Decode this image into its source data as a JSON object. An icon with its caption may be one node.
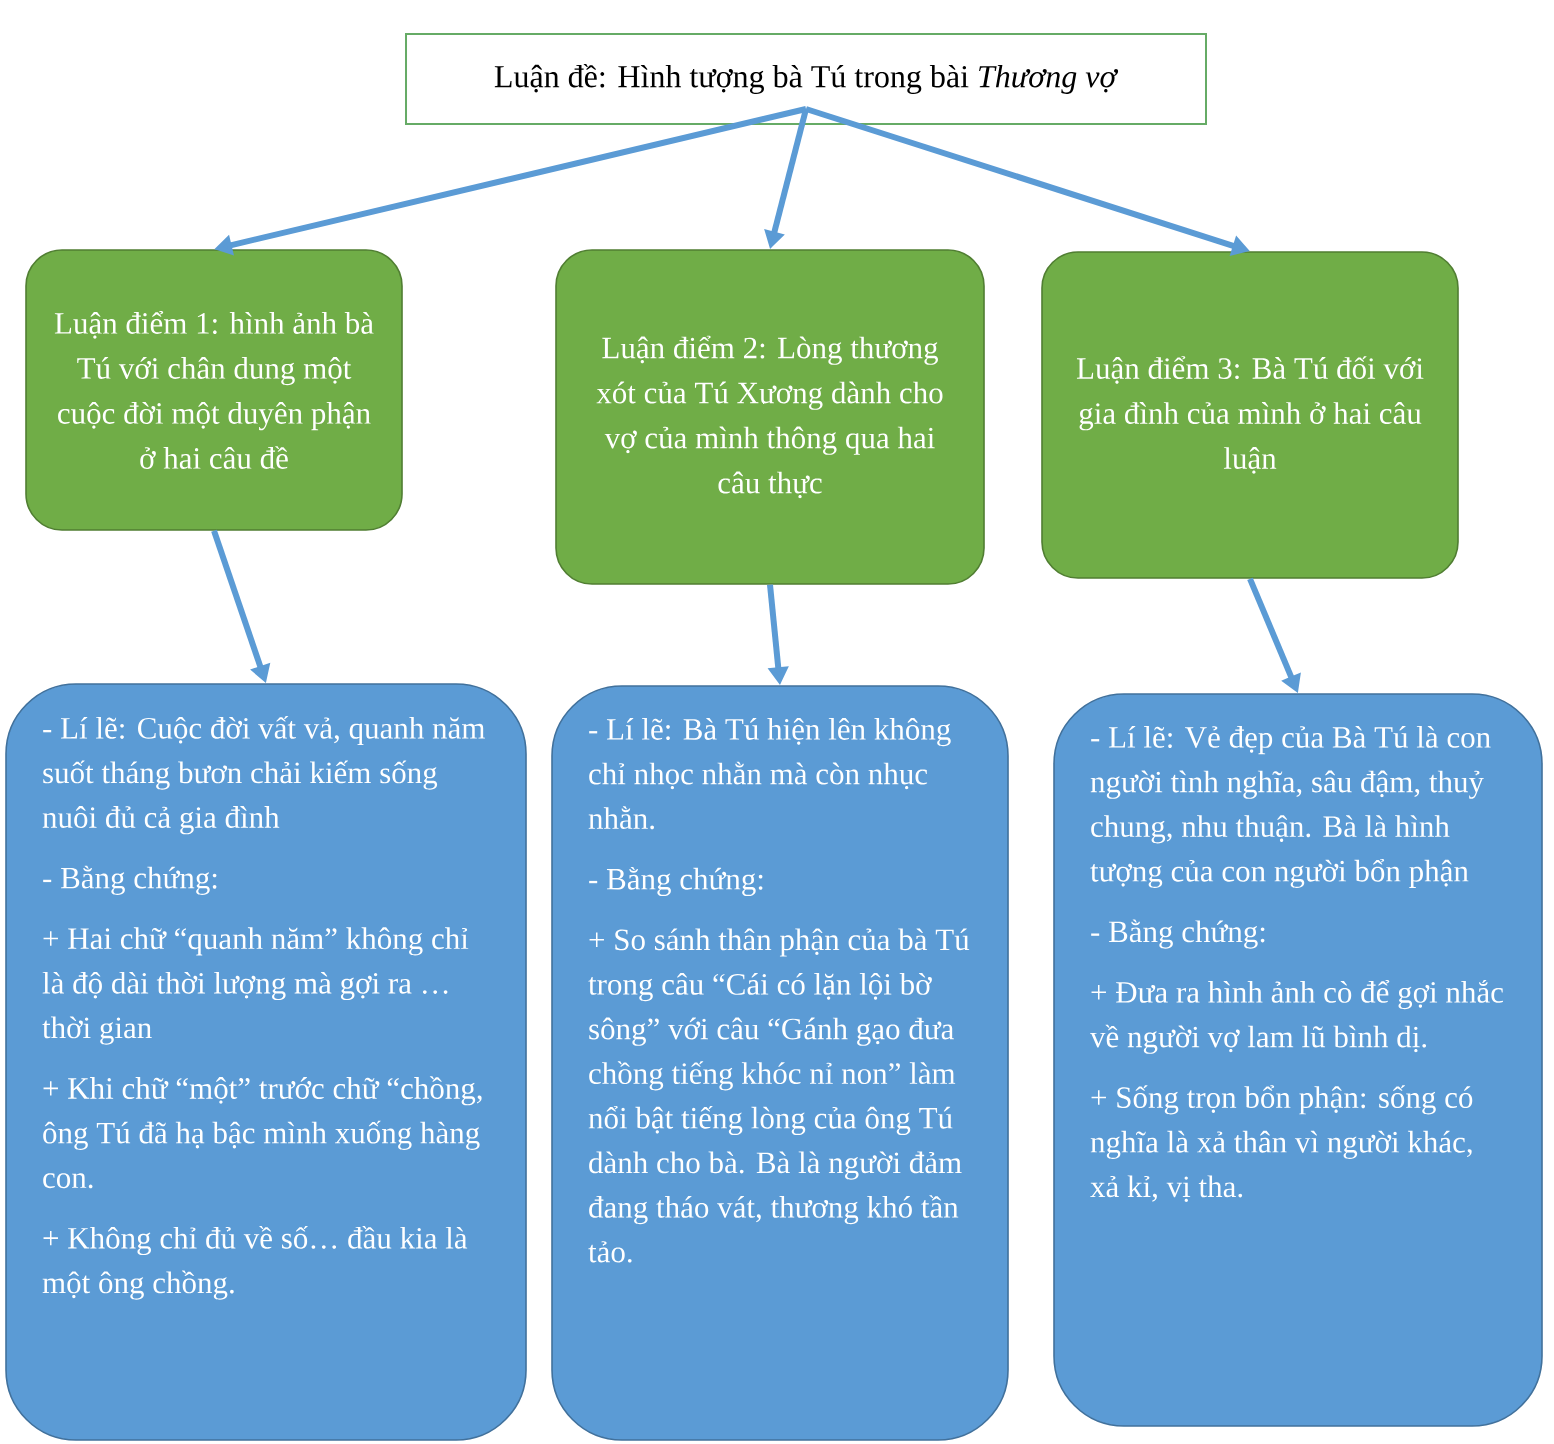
{
  "diagram": {
    "nodes": [
      {
        "text": [
          "Luận đề: Hình tượng bà Tú trong bài *Thương vợ*"
        ]
      },
      {
        "text": [
          "Luận điểm 1: hình ảnh bà Tú với chân dung một cuộc đời một duyên phận ở hai câu đề"
        ]
      },
      {
        "text": [
          "Luận điểm 2: Lòng thương xót của Tú Xương dành cho vợ của mình thông qua hai câu thực"
        ]
      },
      {
        "text": [
          "Luận điểm 3: Bà Tú đối với gia đình của mình ở hai câu luận"
        ]
      },
      {
        "text": [
          "- Lí lẽ: Cuộc đời vất vả, quanh năm suốt tháng bươn chải kiếm sống nuôi đủ cả gia đình",
          "- Bằng chứng:",
          "+ Hai chữ “quanh năm” không chỉ là độ dài thời lượng mà gợi ra … thời gian",
          "+ Khi chữ “một” trước chữ “chồng, ông Tú đã hạ bậc mình xuống hàng con.",
          "+ Không chỉ đủ về số… đầu kia là một ông chồng."
        ]
      },
      {
        "text": [
          "- Lí lẽ: Bà Tú hiện lên không chỉ nhọc nhằn mà còn nhục nhằn.",
          "- Bằng chứng:",
          "+ So sánh thân phận của bà Tú trong câu “Cái có lặn lội bờ sông” với câu “Gánh gạo đưa chồng tiếng khóc nỉ non” làm nổi bật tiếng lòng của ông Tú dành cho bà. Bà là người đảm đang tháo vát, thương khó tần tảo."
        ]
      },
      {
        "text": [
          "- Lí lẽ:  Vẻ đẹp của Bà Tú là con người tình nghĩa, sâu đậm, thuỷ chung, nhu thuận. Bà là hình tượng của con người bổn phận",
          "- Bằng chứng:",
          "+ Đưa ra hình ảnh cò để gợi nhắc về người vợ lam lũ bình dị.",
          "+ Sống trọn bổn phận: sống có nghĩa là xả thân vì người khác, xả kỉ, vị tha."
        ]
      }
    ],
    "edges": [
      {
        "from": 0,
        "to": 1,
        "arrow": "to"
      },
      {
        "from": 0,
        "to": 2,
        "arrow": "to"
      },
      {
        "from": 0,
        "to": 3,
        "arrow": "to"
      },
      {
        "from": 1,
        "to": 4,
        "arrow": "to"
      },
      {
        "from": 2,
        "to": 5,
        "arrow": "to"
      },
      {
        "from": 3,
        "to": 6,
        "arrow": "to"
      }
    ]
  }
}
